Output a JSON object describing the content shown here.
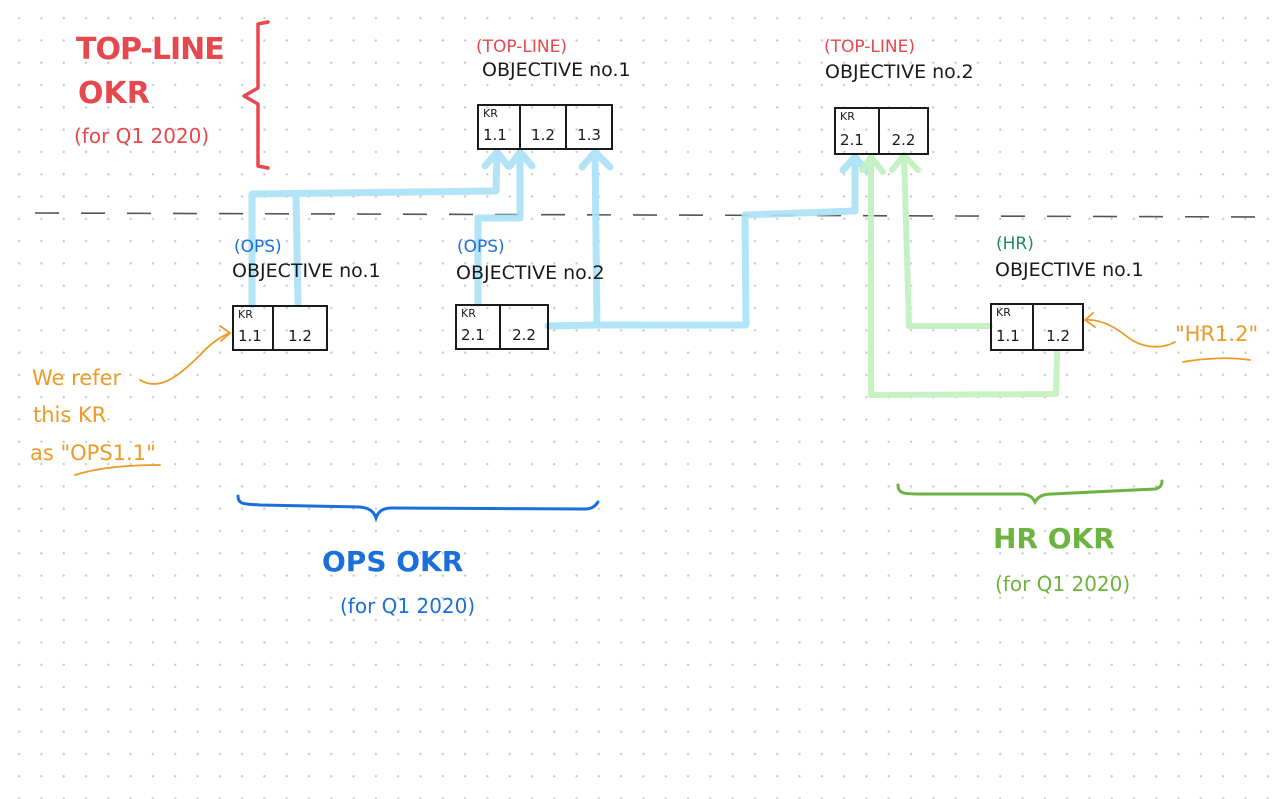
{
  "topline_title": {
    "line1": "TOP-LINE",
    "line2": "OKR",
    "period": "(for Q1 2020)"
  },
  "topline_objectives": [
    {
      "tag": "(TOP-LINE)",
      "title": "OBJECTIVE no.1",
      "kr_label": "KR",
      "krs": [
        "1.1",
        "1.2",
        "1.3"
      ]
    },
    {
      "tag": "(TOP-LINE)",
      "title": "OBJECTIVE no.2",
      "kr_label": "KR",
      "krs": [
        "2.1",
        "2.2"
      ]
    }
  ],
  "ops_objectives": [
    {
      "tag": "(OPS)",
      "title": "OBJECTIVE no.1",
      "kr_label": "KR",
      "krs": [
        "1.1",
        "1.2"
      ]
    },
    {
      "tag": "(OPS)",
      "title": "OBJECTIVE no.2",
      "kr_label": "KR",
      "krs": [
        "2.1",
        "2.2"
      ]
    }
  ],
  "hr_objectives": [
    {
      "tag": "(HR)",
      "title": "OBJECTIVE no.1",
      "kr_label": "KR",
      "krs": [
        "1.1",
        "1.2"
      ]
    }
  ],
  "annotations": {
    "ops_note_line1": "We refer",
    "ops_note_line2": "this KR",
    "ops_note_line3": "as \"OPS1.1\"",
    "hr_note": "\"HR1.2\""
  },
  "group_labels": {
    "ops": {
      "title": "OPS OKR",
      "period": "(for Q1 2020)"
    },
    "hr": {
      "title": "HR OKR",
      "period": "(for Q1 2020)"
    }
  },
  "links": [
    {
      "from": "OPS 1.1",
      "to": "TOP-LINE 1.1"
    },
    {
      "from": "OPS 1.2",
      "to": "TOP-LINE 1.1"
    },
    {
      "from": "OPS 2.1",
      "to": "TOP-LINE 1.2"
    },
    {
      "from": "OPS 2.2",
      "to": "TOP-LINE 1.3"
    },
    {
      "from": "OPS 2.2",
      "to": "TOP-LINE 2.1"
    },
    {
      "from": "HR 1.1",
      "to": "TOP-LINE 2.2"
    },
    {
      "from": "HR 1.2",
      "to": "TOP-LINE 2.1"
    }
  ],
  "colors": {
    "topline": "#e5484d",
    "ops": "#1a6fd8",
    "hr": "#6db33f",
    "hr_tag": "#1f8a6a",
    "annotation": "#ee9a27",
    "ops_link": "#a9e2f7",
    "hr_link": "#c4f2c0"
  }
}
